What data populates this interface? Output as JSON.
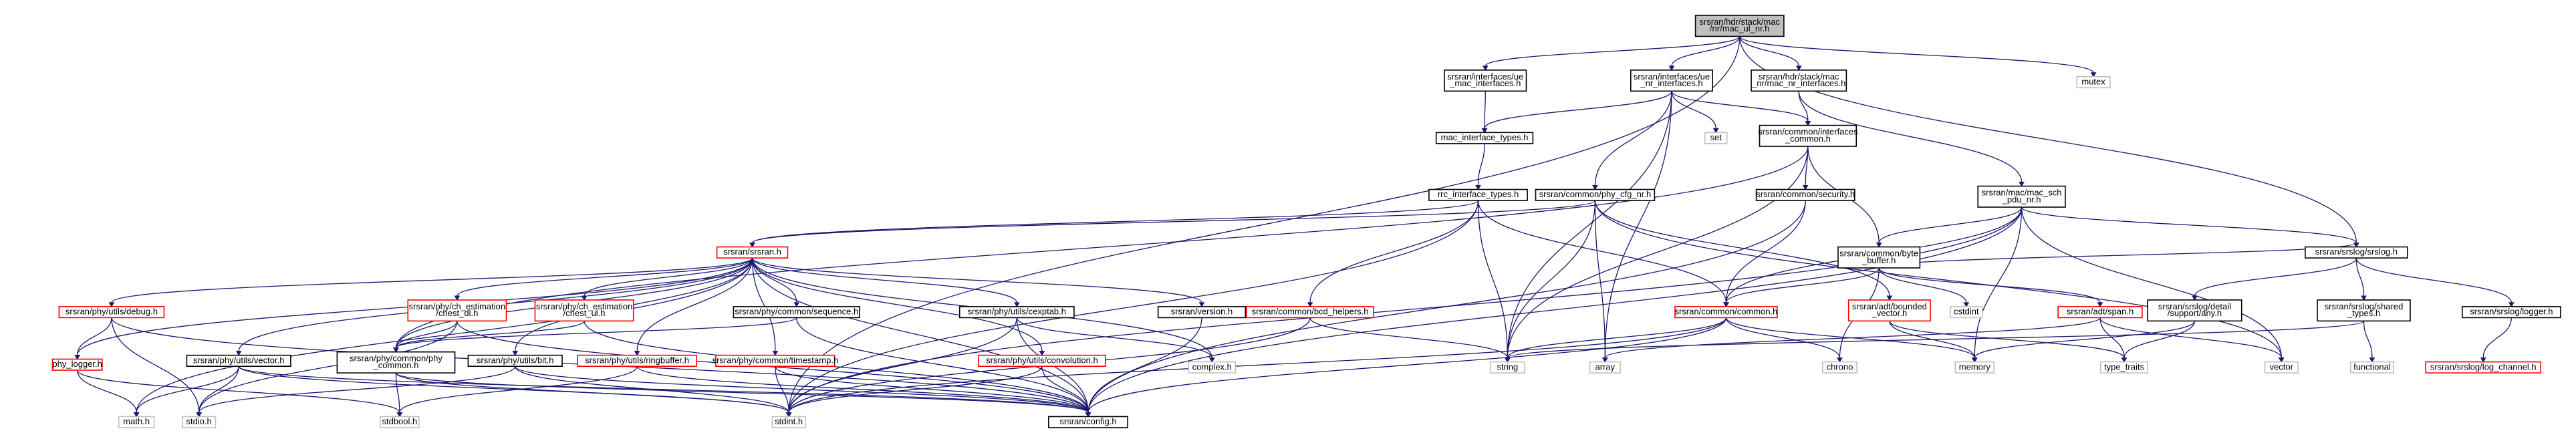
{
  "colors": {
    "edge": "#191970",
    "root_fill": "#bfbfbf",
    "documented_border": "#000000",
    "undocumented_border": "#ff0000",
    "external_border": "#bfbfbf",
    "background": "#ffffff"
  },
  "nodes": [
    {
      "id": "root",
      "lines": [
        "srsran/hdr/stack/mac",
        "/nr/mac_ul_nr.h"
      ],
      "kind": "root"
    },
    {
      "id": "ue_mac_if",
      "lines": [
        "srsran/interfaces/ue",
        "_mac_interfaces.h"
      ],
      "kind": "documented"
    },
    {
      "id": "ue_nr_if",
      "lines": [
        "srsran/interfaces/ue",
        "_nr_interfaces.h"
      ],
      "kind": "documented"
    },
    {
      "id": "mac_nr_if",
      "lines": [
        "srsran/hdr/stack/mac",
        "_nr/mac_nr_interfaces.h"
      ],
      "kind": "documented"
    },
    {
      "id": "mutex",
      "lines": [
        "mutex"
      ],
      "kind": "external"
    },
    {
      "id": "set",
      "lines": [
        "set"
      ],
      "kind": "external"
    },
    {
      "id": "mac_if_types",
      "lines": [
        "mac_interface_types.h"
      ],
      "kind": "documented"
    },
    {
      "id": "ifaces_common",
      "lines": [
        "srsran/common/interfaces",
        "_common.h"
      ],
      "kind": "documented"
    },
    {
      "id": "rrc_if_types",
      "lines": [
        "rrc_interface_types.h"
      ],
      "kind": "documented"
    },
    {
      "id": "phy_cfg_nr",
      "lines": [
        "srsran/common/phy_cfg_nr.h"
      ],
      "kind": "documented"
    },
    {
      "id": "security",
      "lines": [
        "srsran/common/security.h"
      ],
      "kind": "documented"
    },
    {
      "id": "mac_sch_pdu",
      "lines": [
        "srsran/mac/mac_sch",
        "_pdu_nr.h"
      ],
      "kind": "documented"
    },
    {
      "id": "srsran_h",
      "lines": [
        "srsran/srsran.h"
      ],
      "kind": "undocumented"
    },
    {
      "id": "byte_buffer",
      "lines": [
        "srsran/common/byte",
        "_buffer.h"
      ],
      "kind": "documented"
    },
    {
      "id": "srslog",
      "lines": [
        "srsran/srslog/srslog.h"
      ],
      "kind": "documented"
    },
    {
      "id": "debug",
      "lines": [
        "srsran/phy/utils/debug.h"
      ],
      "kind": "undocumented"
    },
    {
      "id": "chest_dl",
      "lines": [
        "srsran/phy/ch_estimation",
        "/chest_dl.h"
      ],
      "kind": "undocumented"
    },
    {
      "id": "chest_ul",
      "lines": [
        "srsran/phy/ch_estimation",
        "/chest_ul.h"
      ],
      "kind": "undocumented"
    },
    {
      "id": "sequence",
      "lines": [
        "srsran/phy/common/sequence.h"
      ],
      "kind": "documented"
    },
    {
      "id": "cexptab",
      "lines": [
        "srsran/phy/utils/cexptab.h"
      ],
      "kind": "documented"
    },
    {
      "id": "version",
      "lines": [
        "srsran/version.h"
      ],
      "kind": "documented"
    },
    {
      "id": "bcd",
      "lines": [
        "srsran/common/bcd_helpers.h"
      ],
      "kind": "undocumented"
    },
    {
      "id": "common_h",
      "lines": [
        "srsran/common/common.h"
      ],
      "kind": "undocumented"
    },
    {
      "id": "bounded_vector",
      "lines": [
        "srsran/adt/bounded",
        "_vector.h"
      ],
      "kind": "undocumented"
    },
    {
      "id": "cstdint",
      "lines": [
        "cstdint"
      ],
      "kind": "external"
    },
    {
      "id": "span",
      "lines": [
        "srsran/adt/span.h"
      ],
      "kind": "undocumented"
    },
    {
      "id": "any",
      "lines": [
        "srsran/srslog/detail",
        "/support/any.h"
      ],
      "kind": "documented"
    },
    {
      "id": "shared_types",
      "lines": [
        "srsran/srslog/shared",
        "_types.h"
      ],
      "kind": "documented"
    },
    {
      "id": "logger",
      "lines": [
        "srsran/srslog/logger.h"
      ],
      "kind": "documented"
    },
    {
      "id": "phy_logger",
      "lines": [
        "phy_logger.h"
      ],
      "kind": "undocumented"
    },
    {
      "id": "vector_h",
      "lines": [
        "srsran/phy/utils/vector.h"
      ],
      "kind": "documented"
    },
    {
      "id": "phy_common",
      "lines": [
        "srsran/phy/common/phy",
        "_common.h"
      ],
      "kind": "documented"
    },
    {
      "id": "bit",
      "lines": [
        "srsran/phy/utils/bit.h"
      ],
      "kind": "documented"
    },
    {
      "id": "ringbuffer",
      "lines": [
        "srsran/phy/utils/ringbuffer.h"
      ],
      "kind": "undocumented"
    },
    {
      "id": "timestamp",
      "lines": [
        "srsran/phy/common/timestamp.h"
      ],
      "kind": "undocumented"
    },
    {
      "id": "convolution",
      "lines": [
        "srsran/phy/utils/convolution.h"
      ],
      "kind": "undocumented"
    },
    {
      "id": "complex",
      "lines": [
        "complex.h"
      ],
      "kind": "external"
    },
    {
      "id": "string",
      "lines": [
        "string"
      ],
      "kind": "external"
    },
    {
      "id": "array",
      "lines": [
        "array"
      ],
      "kind": "external"
    },
    {
      "id": "chrono",
      "lines": [
        "chrono"
      ],
      "kind": "external"
    },
    {
      "id": "memory",
      "lines": [
        "memory"
      ],
      "kind": "external"
    },
    {
      "id": "type_traits",
      "lines": [
        "type_traits"
      ],
      "kind": "external"
    },
    {
      "id": "vector",
      "lines": [
        "vector"
      ],
      "kind": "external"
    },
    {
      "id": "functional",
      "lines": [
        "functional"
      ],
      "kind": "external"
    },
    {
      "id": "log_channel",
      "lines": [
        "srsran/srslog/log_channel.h"
      ],
      "kind": "undocumented"
    },
    {
      "id": "math_h",
      "lines": [
        "math.h"
      ],
      "kind": "external"
    },
    {
      "id": "stdio_h",
      "lines": [
        "stdio.h"
      ],
      "kind": "external"
    },
    {
      "id": "stdbool_h",
      "lines": [
        "stdbool.h"
      ],
      "kind": "external"
    },
    {
      "id": "stdint_h",
      "lines": [
        "stdint.h"
      ],
      "kind": "external"
    },
    {
      "id": "config_h",
      "lines": [
        "srsran/config.h"
      ],
      "kind": "documented"
    }
  ],
  "edges": [
    [
      "root",
      "ue_mac_if"
    ],
    [
      "root",
      "ue_nr_if"
    ],
    [
      "root",
      "mac_nr_if"
    ],
    [
      "root",
      "mutex"
    ],
    [
      "root",
      "srslog"
    ],
    [
      "root",
      "stdint_h"
    ],
    [
      "ue_mac_if",
      "mac_if_types"
    ],
    [
      "ue_nr_if",
      "mac_if_types"
    ],
    [
      "ue_nr_if",
      "set"
    ],
    [
      "ue_nr_if",
      "ifaces_common"
    ],
    [
      "ue_nr_if",
      "phy_cfg_nr"
    ],
    [
      "ue_nr_if",
      "string"
    ],
    [
      "ue_nr_if",
      "array"
    ],
    [
      "mac_nr_if",
      "ifaces_common"
    ],
    [
      "mac_nr_if",
      "mac_sch_pdu"
    ],
    [
      "mac_if_types",
      "rrc_if_types"
    ],
    [
      "ifaces_common",
      "security"
    ],
    [
      "ifaces_common",
      "byte_buffer"
    ],
    [
      "ifaces_common",
      "phy_common"
    ],
    [
      "ifaces_common",
      "string"
    ],
    [
      "rrc_if_types",
      "srsran_h"
    ],
    [
      "rrc_if_types",
      "common_h"
    ],
    [
      "rrc_if_types",
      "bcd"
    ],
    [
      "rrc_if_types",
      "string"
    ],
    [
      "rrc_if_types",
      "stdint_h"
    ],
    [
      "phy_cfg_nr",
      "srsran_h"
    ],
    [
      "phy_cfg_nr",
      "bounded_vector"
    ],
    [
      "phy_cfg_nr",
      "string"
    ],
    [
      "phy_cfg_nr",
      "array"
    ],
    [
      "phy_cfg_nr",
      "vector"
    ],
    [
      "security",
      "common_h"
    ],
    [
      "security",
      "config_h"
    ],
    [
      "mac_sch_pdu",
      "byte_buffer"
    ],
    [
      "mac_sch_pdu",
      "srslog"
    ],
    [
      "mac_sch_pdu",
      "memory"
    ],
    [
      "mac_sch_pdu",
      "vector"
    ],
    [
      "mac_sch_pdu",
      "common_h"
    ],
    [
      "mac_sch_pdu",
      "stdint_h"
    ],
    [
      "mac_sch_pdu",
      "config_h"
    ],
    [
      "srsran_h",
      "debug"
    ],
    [
      "srsran_h",
      "chest_dl"
    ],
    [
      "srsran_h",
      "chest_ul"
    ],
    [
      "srsran_h",
      "sequence"
    ],
    [
      "srsran_h",
      "cexptab"
    ],
    [
      "srsran_h",
      "version"
    ],
    [
      "srsran_h",
      "vector_h"
    ],
    [
      "srsran_h",
      "phy_common"
    ],
    [
      "srsran_h",
      "bit"
    ],
    [
      "srsran_h",
      "ringbuffer"
    ],
    [
      "srsran_h",
      "timestamp"
    ],
    [
      "srsran_h",
      "convolution"
    ],
    [
      "srsran_h",
      "complex"
    ],
    [
      "srsran_h",
      "math_h"
    ],
    [
      "srsran_h",
      "config_h"
    ],
    [
      "srsran_h",
      "phy_logger"
    ],
    [
      "byte_buffer",
      "common_h"
    ],
    [
      "byte_buffer",
      "span"
    ],
    [
      "byte_buffer",
      "srslog"
    ],
    [
      "byte_buffer",
      "cstdint"
    ],
    [
      "byte_buffer",
      "chrono"
    ],
    [
      "srslog",
      "any"
    ],
    [
      "srslog",
      "shared_types"
    ],
    [
      "srslog",
      "logger"
    ],
    [
      "debug",
      "phy_logger"
    ],
    [
      "debug",
      "stdio_h"
    ],
    [
      "debug",
      "config_h"
    ],
    [
      "chest_dl",
      "phy_common"
    ],
    [
      "chest_dl",
      "config_h"
    ],
    [
      "chest_dl",
      "stdio_h"
    ],
    [
      "chest_ul",
      "phy_common"
    ],
    [
      "chest_ul",
      "config_h"
    ],
    [
      "sequence",
      "phy_common"
    ],
    [
      "sequence",
      "config_h"
    ],
    [
      "cexptab",
      "complex"
    ],
    [
      "cexptab",
      "stdint_h"
    ],
    [
      "cexptab",
      "config_h"
    ],
    [
      "version",
      "config_h"
    ],
    [
      "bcd",
      "string"
    ],
    [
      "bcd",
      "stdint_h"
    ],
    [
      "common_h",
      "string"
    ],
    [
      "common_h",
      "chrono"
    ],
    [
      "common_h",
      "memory"
    ],
    [
      "common_h",
      "stdint_h"
    ],
    [
      "common_h",
      "config_h"
    ],
    [
      "bounded_vector",
      "memory"
    ],
    [
      "bounded_vector",
      "type_traits"
    ],
    [
      "span",
      "array"
    ],
    [
      "span",
      "type_traits"
    ],
    [
      "span",
      "vector"
    ],
    [
      "any",
      "memory"
    ],
    [
      "any",
      "type_traits"
    ],
    [
      "shared_types",
      "functional"
    ],
    [
      "shared_types",
      "string"
    ],
    [
      "logger",
      "log_channel"
    ],
    [
      "phy_logger",
      "math_h"
    ],
    [
      "phy_logger",
      "stdbool_h"
    ],
    [
      "vector_h",
      "stdio_h"
    ],
    [
      "vector_h",
      "math_h"
    ],
    [
      "vector_h",
      "config_h"
    ],
    [
      "vector_h",
      "stdint_h"
    ],
    [
      "phy_common",
      "stdbool_h"
    ],
    [
      "phy_common",
      "stdint_h"
    ],
    [
      "phy_common",
      "config_h"
    ],
    [
      "bit",
      "stdint_h"
    ],
    [
      "bit",
      "config_h"
    ],
    [
      "bit",
      "stdio_h"
    ],
    [
      "ringbuffer",
      "stdbool_h"
    ],
    [
      "ringbuffer",
      "config_h"
    ],
    [
      "timestamp",
      "stdint_h"
    ],
    [
      "timestamp",
      "config_h"
    ],
    [
      "convolution",
      "config_h"
    ],
    [
      "convolution",
      "stdint_h"
    ]
  ]
}
